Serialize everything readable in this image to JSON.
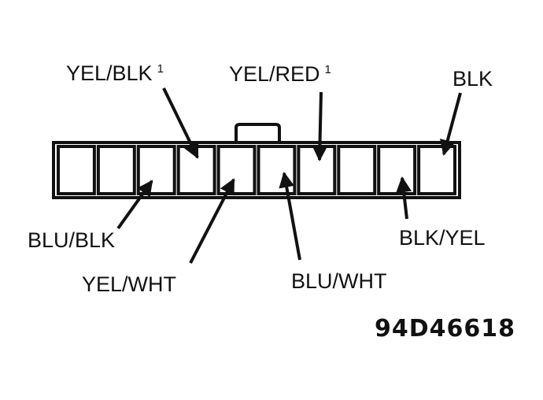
{
  "labels": {
    "yel_blk": "YEL/BLK",
    "yel_blk_note": "1",
    "yel_red": "YEL/RED",
    "yel_red_note": "1",
    "blk": "BLK",
    "blu_blk": "BLU/BLK",
    "yel_wht": "YEL/WHT",
    "blu_wht": "BLU/WHT",
    "blk_yel": "BLK/YEL"
  },
  "figure_id": "94D46618",
  "connector": {
    "cavity_count": 10
  }
}
